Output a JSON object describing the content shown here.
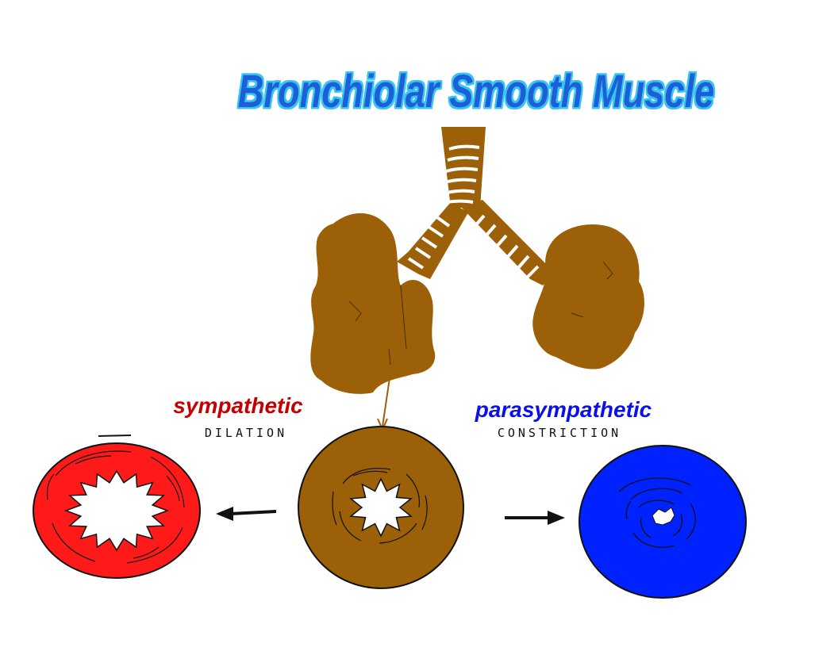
{
  "title": "Bronchiolar Smooth Muscle",
  "left_label": {
    "system": "sympathetic",
    "effect": "DILATION"
  },
  "right_label": {
    "system": "parasympathetic",
    "effect": "CONSTRICTION"
  },
  "colors": {
    "title_fill": "#1a5fd6",
    "title_glow": "#38c4f2",
    "lung_brown": "#9b6008",
    "sympathetic_red": "#ff1a1a",
    "sympathetic_text": "#c40000",
    "parasympathetic_blue": "#0022ff",
    "parasympathetic_text": "#0a10e8",
    "outline": "#111111"
  }
}
